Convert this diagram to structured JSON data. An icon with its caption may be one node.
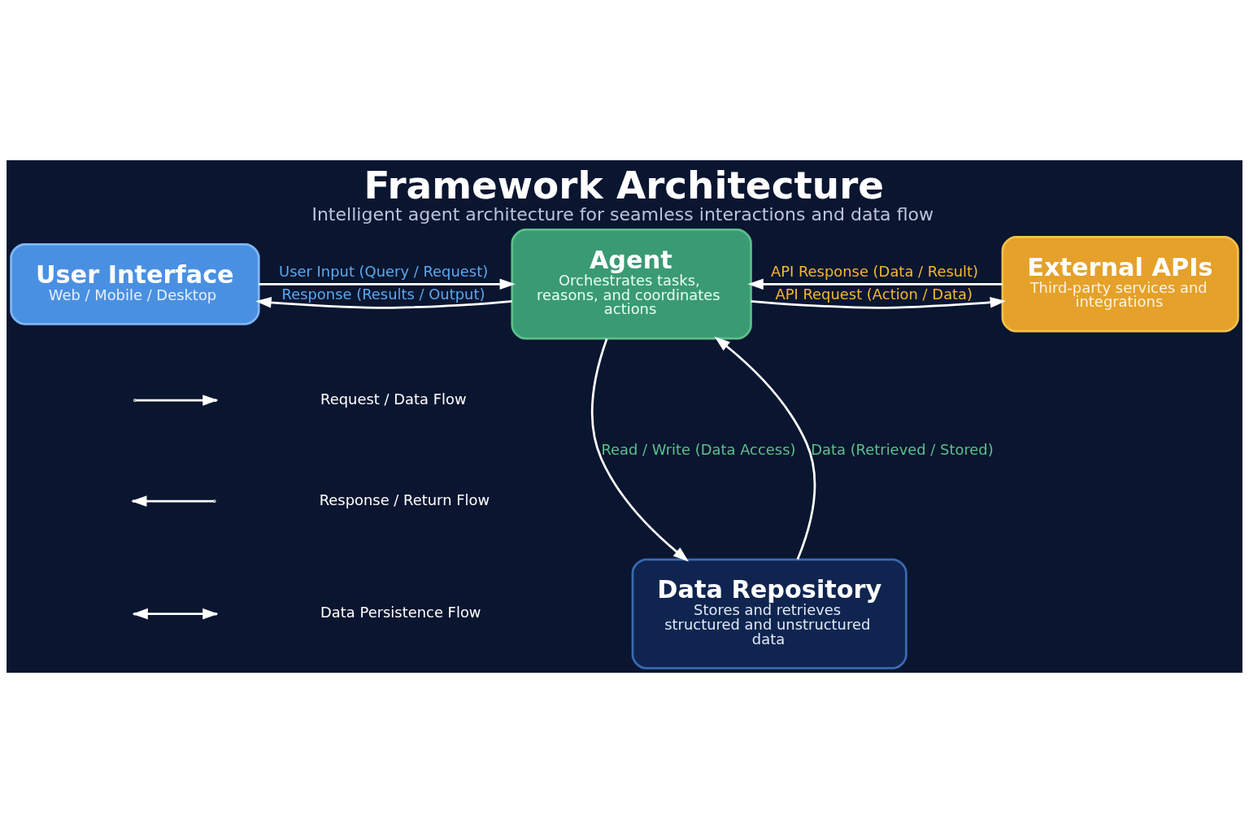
{
  "diagram": {
    "title": "Framework Architecture",
    "caption": "Intelligent agent architecture for seamless interactions and data flow",
    "nodes": [
      {
        "text": [
          "User Interface",
          "Web / Mobile / Desktop"
        ]
      },
      {
        "text": [
          "Agent",
          "Orchestrates tasks, reasons, and coordinates actions"
        ]
      },
      {
        "text": [
          "External APIs",
          "Third-party services and integrations"
        ]
      },
      {
        "text": [
          "Data Repository",
          "Stores and retrieves structured and unstructured data"
        ]
      }
    ],
    "edges": [
      {
        "from": 0,
        "to": 1,
        "arrow": "to",
        "label": "User Input (Query / Request)"
      },
      {
        "from": 1,
        "to": 0,
        "arrow": "to",
        "label": "Response (Results / Output)"
      },
      {
        "from": 1,
        "to": 2,
        "arrow": "to",
        "label": "API Request (Action / Data)"
      },
      {
        "from": 2,
        "to": 1,
        "arrow": "to",
        "label": "API Response (Data / Result)"
      },
      {
        "from": 1,
        "to": 3,
        "arrow": "to",
        "label": "Read / Write (Data Access)"
      },
      {
        "from": 3,
        "to": 1,
        "arrow": "to",
        "label": "Data (Retrieved / Stored)"
      }
    ],
    "legend": [
      {
        "text": "Request / Data Flow"
      },
      {
        "text": "Response / Return Flow"
      },
      {
        "text": "Data Persistence Flow"
      }
    ]
  }
}
